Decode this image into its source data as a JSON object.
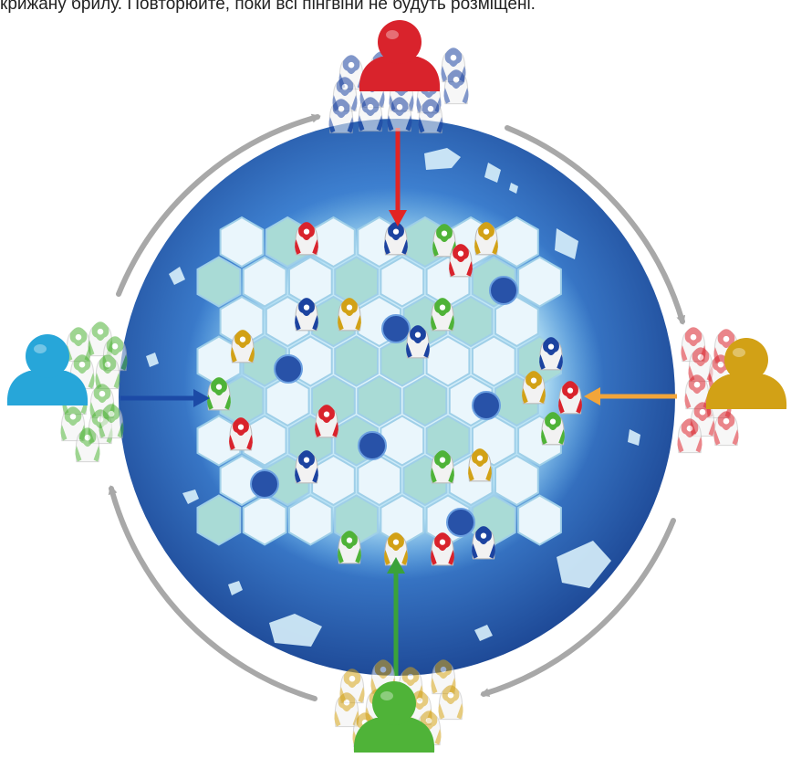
{
  "caption": "крижану брилу. Повторюйте, поки всі пінгвіни не будуть розміщені.",
  "colors": {
    "red": "#d9232c",
    "blue": "#1c43a0",
    "green": "#4fb338",
    "yellow": "#d2a116",
    "cyan": "#27a6d9",
    "ocean_dark": "#1f4f9f",
    "ocean_light": "#5fa8e0",
    "ice": "#eaf6fc",
    "ice_teal": "#a9dbd6",
    "arrow_grey": "#a8a8a8",
    "arrow_red": "#e22424",
    "arrow_blue": "#1c4aa6",
    "arrow_orange": "#f2a53a",
    "arrow_green": "#3aa23a"
  },
  "players": [
    {
      "id": "top",
      "pawn": "red",
      "penguins": "faded-blue"
    },
    {
      "id": "left",
      "pawn": "cyan",
      "penguins": "faded-green"
    },
    {
      "id": "right",
      "pawn": "yellow",
      "penguins": "faded-red"
    },
    {
      "id": "bottom",
      "pawn": "green",
      "penguins": "faded-yellow"
    }
  ],
  "turn_order": "clockwise",
  "board_penguins": [
    "red",
    "blue",
    "green",
    "yellow",
    "red",
    "blue",
    "yellow",
    "green",
    "blue",
    "yellow",
    "blue",
    "green",
    "yellow",
    "red",
    "green",
    "red",
    "red",
    "blue",
    "green",
    "yellow",
    "green",
    "yellow",
    "red",
    "blue"
  ]
}
